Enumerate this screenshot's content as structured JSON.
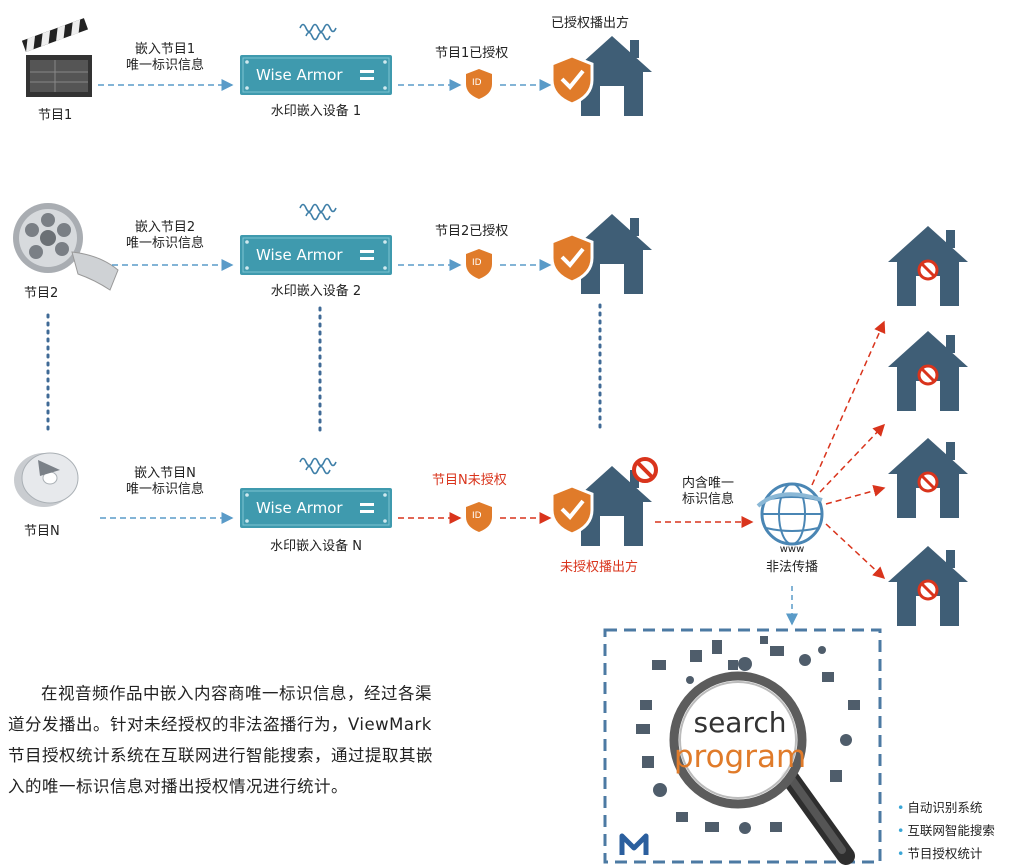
{
  "colors": {
    "house": "#3f5e76",
    "shield": "#e07b2a",
    "device": "#3f9aae",
    "arrow_blue": "#5a9bc8",
    "arrow_red": "#d9341c",
    "dots": "#3f6a96"
  },
  "rows": [
    {
      "program_label": "节目1",
      "embed_label": [
        "嵌入节目1",
        "唯一标识信息"
      ],
      "device_name": "Wise Armor",
      "device_caption": "水印嵌入设备 1",
      "auth_label": "节目1已授权",
      "id_text": "ID",
      "top_label": "已授权播出方"
    },
    {
      "program_label": "节目2",
      "embed_label": [
        "嵌入节目2",
        "唯一标识信息"
      ],
      "device_name": "Wise Armor",
      "device_caption": "水印嵌入设备 2",
      "auth_label": "节目2已授权",
      "id_text": "ID"
    },
    {
      "program_label": "节目N",
      "embed_label": [
        "嵌入节目N",
        "唯一标识信息"
      ],
      "device_name": "Wise Armor",
      "device_caption": "水印嵌入设备 N",
      "auth_label": "节目N未授权",
      "id_text": "ID",
      "bottom_label": "未授权播出方"
    }
  ],
  "globe": {
    "contains": [
      "内含唯一",
      "标识信息"
    ],
    "www": "www",
    "caption": "非法传播"
  },
  "search": {
    "word1": "search",
    "word2": "program"
  },
  "features": [
    "自动识别系统",
    "互联网智能搜索",
    "节目授权统计"
  ],
  "paragraph": "在视音频作品中嵌入内容商唯一标识信息，经过各渠道分发播出。针对未经授权的非法盗播行为，ViewMark节目授权统计系统在互联网进行智能搜索，通过提取其嵌入的唯一标识信息对播出授权情况进行统计。"
}
